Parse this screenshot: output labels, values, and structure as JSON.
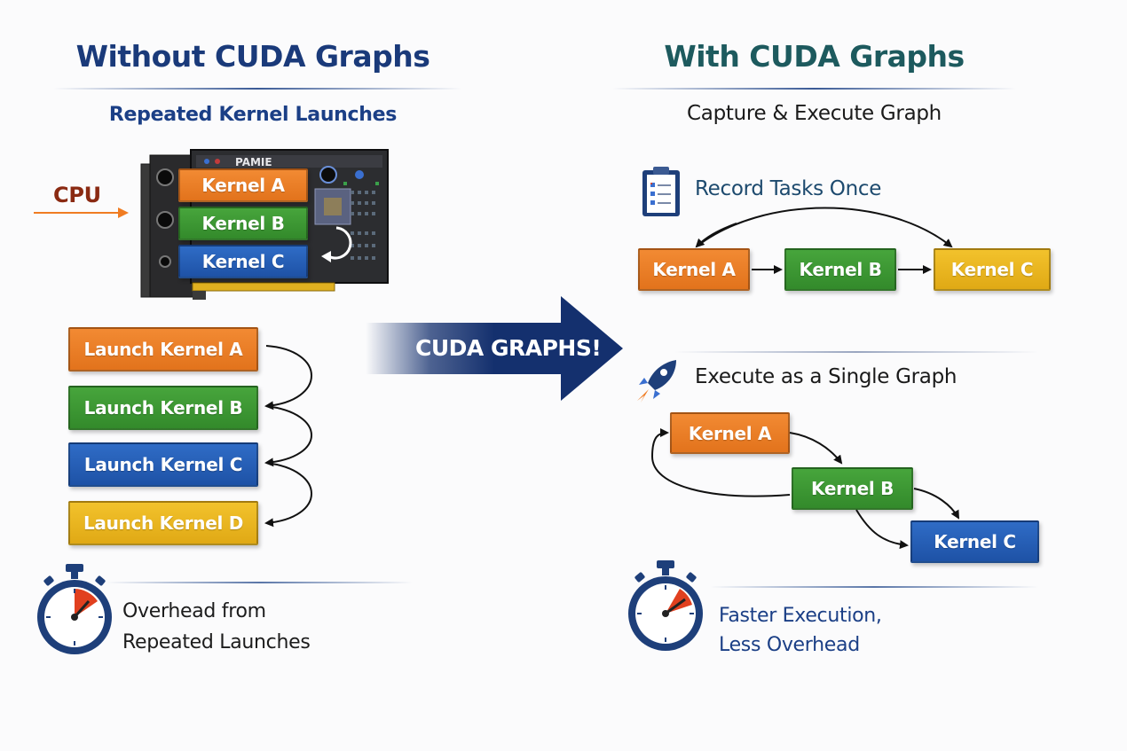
{
  "left": {
    "title": "Without CUDA Graphs",
    "subtitle": "Repeated Kernel Launches",
    "cpu_label": "CPU",
    "gpu_card": {
      "card_label": "PAMIE",
      "kernels": [
        "Kernel A",
        "Kernel B",
        "Kernel C"
      ]
    },
    "launches": [
      "Launch Kernel A",
      "Launch Kernel B",
      "Launch Kernel C",
      "Launch Kernel D"
    ],
    "footer": [
      "Overhead from",
      "Repeated Launches"
    ]
  },
  "center": {
    "arrow_label": "CUDA GRAPHS!"
  },
  "right": {
    "title": "With CUDA Graphs",
    "subtitle": "Capture & Execute Graph",
    "record_label": "Record Tasks Once",
    "record_kernels": [
      "Kernel A",
      "Kernel B",
      "Kernel C"
    ],
    "execute_label": "Execute as a Single Graph",
    "execute_kernels": [
      "Kernel A",
      "Kernel B",
      "Kernel C"
    ],
    "footer": [
      "Faster Execution,",
      "Less Overhead"
    ]
  },
  "colors": {
    "left_title": "#1a3a7a",
    "right_title": "#1d5a5e",
    "kernel_orange": "#e97d25",
    "kernel_green": "#3c9833",
    "kernel_blue": "#235db5",
    "kernel_yellow": "#e8b520",
    "arrow_navy": "#14306e",
    "cpu_text": "#8a2a12"
  },
  "icons": [
    "gpu-card-icon",
    "clipboard-icon",
    "rocket-icon",
    "stopwatch-icon"
  ]
}
